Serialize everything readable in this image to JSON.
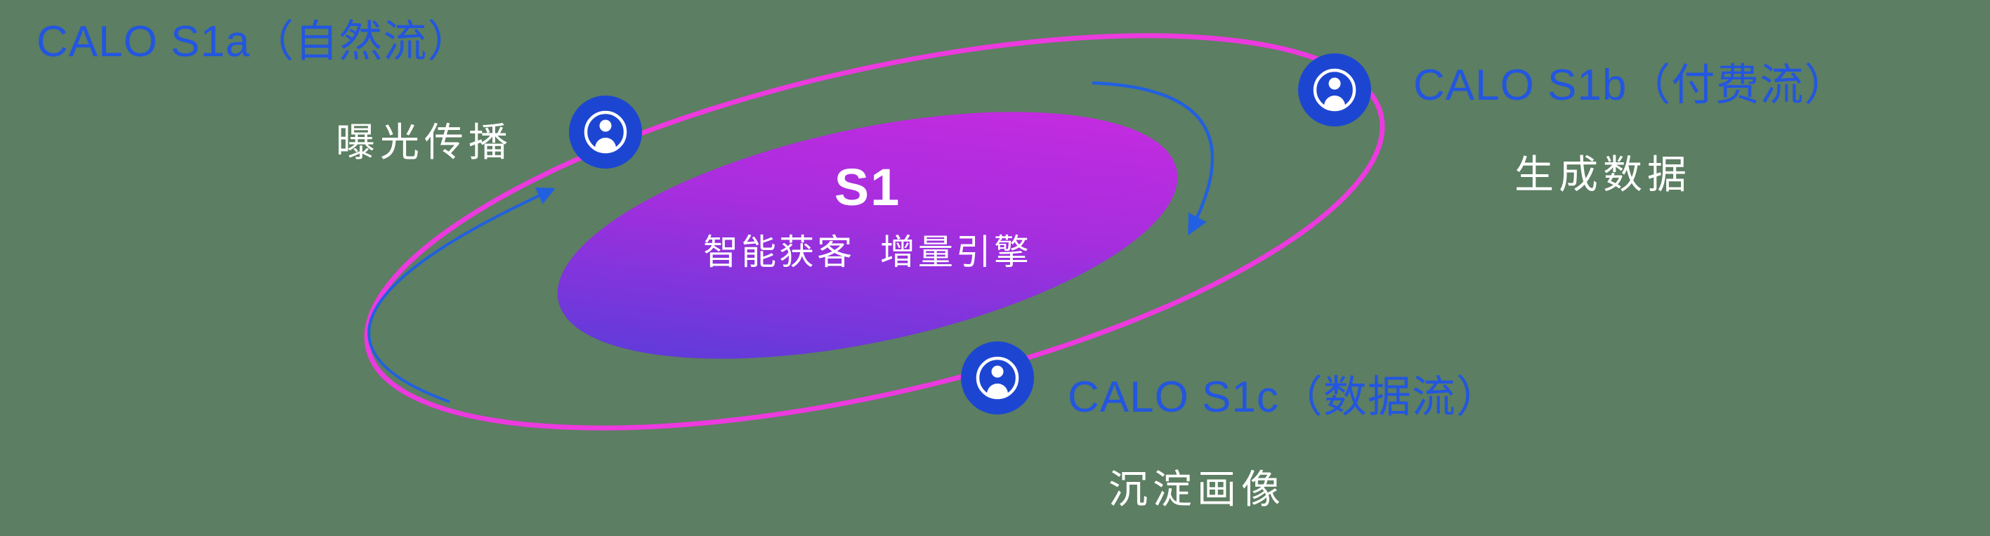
{
  "diagram": {
    "center": {
      "title": "S1",
      "subtitle": "智能获客  增量引擎"
    },
    "nodes": [
      {
        "id": "s1a",
        "label": "CALO S1a（自然流）",
        "sublabel": "曝光传播",
        "icon": "user-icon"
      },
      {
        "id": "s1b",
        "label": "CALO S1b（付费流）",
        "sublabel": "生成数据",
        "icon": "user-icon"
      },
      {
        "id": "s1c",
        "label": "CALO S1c（数据流）",
        "sublabel": "沉淀画像",
        "icon": "user-icon"
      }
    ],
    "colors": {
      "background": "#5c7e62",
      "orbit_magenta": "#ec3adf",
      "label_blue": "#2356df",
      "node_blue": "#1c46d2",
      "arrow_blue": "#2160e0",
      "center_gradient_start": "#4a3fd8",
      "center_gradient_end": "#d02ae0",
      "text_white": "#ffffff"
    }
  }
}
